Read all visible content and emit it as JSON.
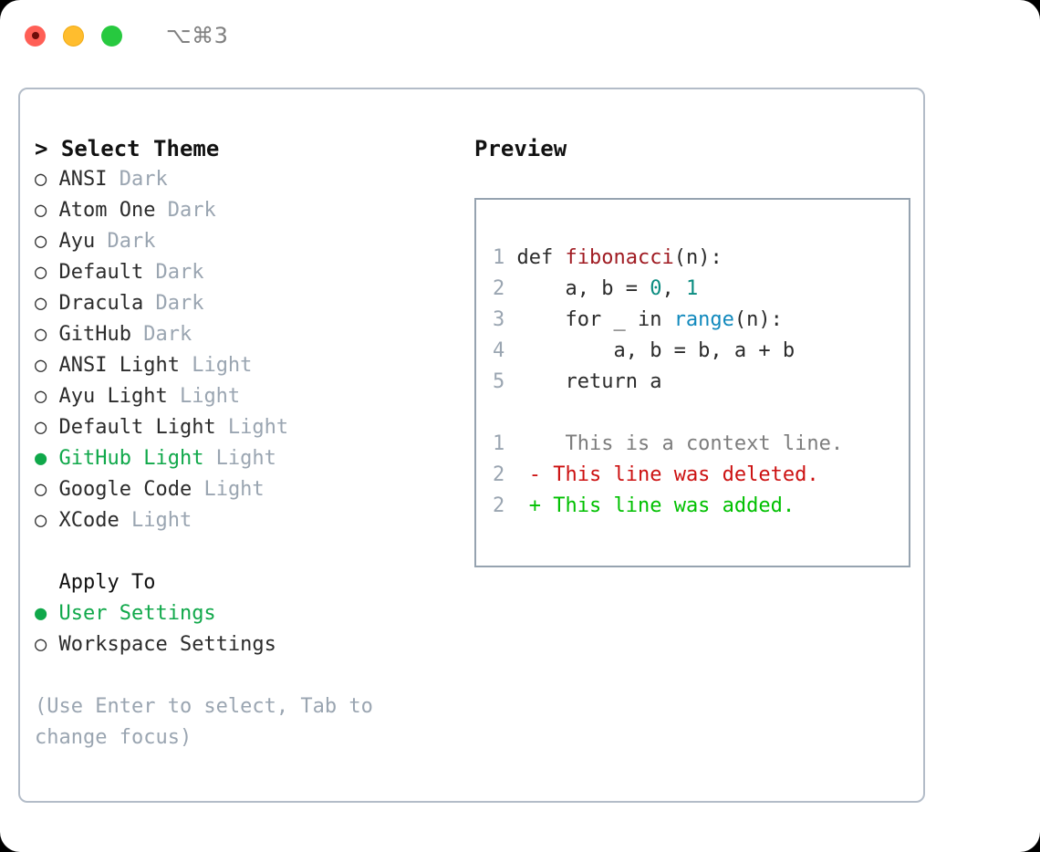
{
  "titlebar": {
    "shortcut": "⌥⌘3",
    "buttons": [
      {
        "name": "close",
        "color": "#ff5f56"
      },
      {
        "name": "minimize",
        "color": "#ffbd2e"
      },
      {
        "name": "maximize",
        "color": "#27c93f"
      }
    ]
  },
  "theme_picker": {
    "heading": "> Select Theme",
    "bullet_selected": "●",
    "bullet_unselected": "○",
    "items": [
      {
        "bullet": "○",
        "label": "ANSI",
        "tag": "Dark",
        "selected": false
      },
      {
        "bullet": "○",
        "label": "Atom One",
        "tag": "Dark",
        "selected": false
      },
      {
        "bullet": "○",
        "label": "Ayu",
        "tag": "Dark",
        "selected": false
      },
      {
        "bullet": "○",
        "label": "Default",
        "tag": "Dark",
        "selected": false
      },
      {
        "bullet": "○",
        "label": "Dracula",
        "tag": "Dark",
        "selected": false
      },
      {
        "bullet": "○",
        "label": "GitHub",
        "tag": "Dark",
        "selected": false
      },
      {
        "bullet": "○",
        "label": "ANSI Light",
        "tag": "Light",
        "selected": false
      },
      {
        "bullet": "○",
        "label": "Ayu Light",
        "tag": "Light",
        "selected": false
      },
      {
        "bullet": "○",
        "label": "Default Light",
        "tag": "Light",
        "selected": false
      },
      {
        "bullet": "●",
        "label": "GitHub Light",
        "tag": "Light",
        "selected": true
      },
      {
        "bullet": "○",
        "label": "Google Code",
        "tag": "Light",
        "selected": false
      },
      {
        "bullet": "○",
        "label": "XCode",
        "tag": "Light",
        "selected": false
      }
    ]
  },
  "apply_to": {
    "title": "  Apply To",
    "options": [
      {
        "bullet": "●",
        "label": "User Settings",
        "selected": true
      },
      {
        "bullet": "○",
        "label": "Workspace Settings",
        "selected": false
      }
    ]
  },
  "hint": "(Use Enter to select, Tab to change focus)",
  "preview": {
    "title": "Preview",
    "code_lines": [
      {
        "no": "1",
        "tokens": [
          {
            "t": "def ",
            "k": "plain"
          },
          {
            "t": "fibonacci",
            "k": "fn"
          },
          {
            "t": "(n):",
            "k": "plain"
          }
        ]
      },
      {
        "no": "2",
        "tokens": [
          {
            "t": "    a, b = ",
            "k": "plain"
          },
          {
            "t": "0",
            "k": "num"
          },
          {
            "t": ", ",
            "k": "plain"
          },
          {
            "t": "1",
            "k": "num"
          }
        ]
      },
      {
        "no": "3",
        "tokens": [
          {
            "t": "    for _ in ",
            "k": "plain"
          },
          {
            "t": "range",
            "k": "call"
          },
          {
            "t": "(n):",
            "k": "plain"
          }
        ]
      },
      {
        "no": "4",
        "tokens": [
          {
            "t": "        a, b = b, a + b",
            "k": "plain"
          }
        ]
      },
      {
        "no": "5",
        "tokens": [
          {
            "t": "    return a",
            "k": "plain"
          }
        ]
      }
    ],
    "diff_lines": [
      {
        "no": "1",
        "marker": " ",
        "text": "  This is a context line.",
        "kind": "ctx"
      },
      {
        "no": "2",
        "marker": "-",
        "text": " This line was deleted.",
        "kind": "del"
      },
      {
        "no": "2",
        "marker": "+",
        "text": " This line was added.",
        "kind": "add"
      }
    ]
  },
  "colors": {
    "accent_green": "#10a84a",
    "tag_gray": "#9aa5b1",
    "border": "#b3bcc8",
    "code_border": "#96a3b0",
    "fn_red": "#a01b22",
    "num_teal": "#0a8c80",
    "call_blue": "#1189bd",
    "diff_add": "#00c000",
    "diff_del": "#cc1111",
    "diff_ctx": "#7d7d7d"
  }
}
